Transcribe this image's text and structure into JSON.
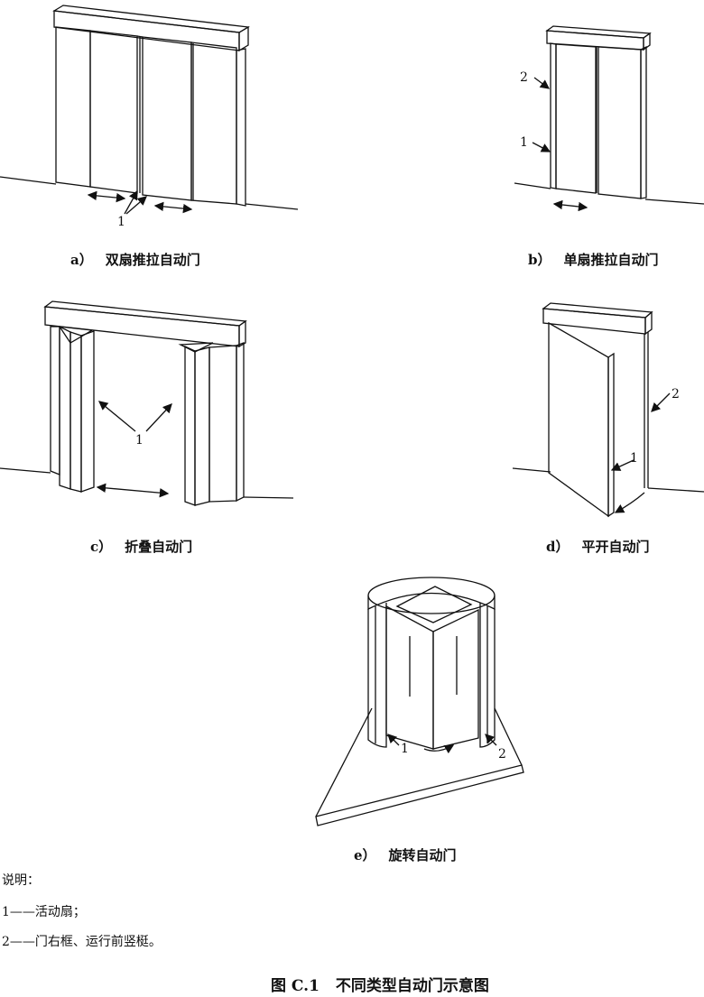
{
  "callouts": {
    "one": "1",
    "two": "2"
  },
  "panels": [
    {
      "label": "a）",
      "caption": "双扇推拉自动门"
    },
    {
      "label": "b）",
      "caption": "单扇推拉自动门"
    },
    {
      "label": "c）",
      "caption": "折叠自动门"
    },
    {
      "label": "d）",
      "caption": "平开自动门"
    },
    {
      "label": "e）",
      "caption": "旋转自动门"
    }
  ],
  "legend": {
    "heading": "说明：",
    "items": [
      "1——活动扇；",
      "2——门右框、运行前竖梃。"
    ]
  },
  "figure_title": {
    "number": "图 C.1",
    "text": "不同类型自动门示意图"
  }
}
